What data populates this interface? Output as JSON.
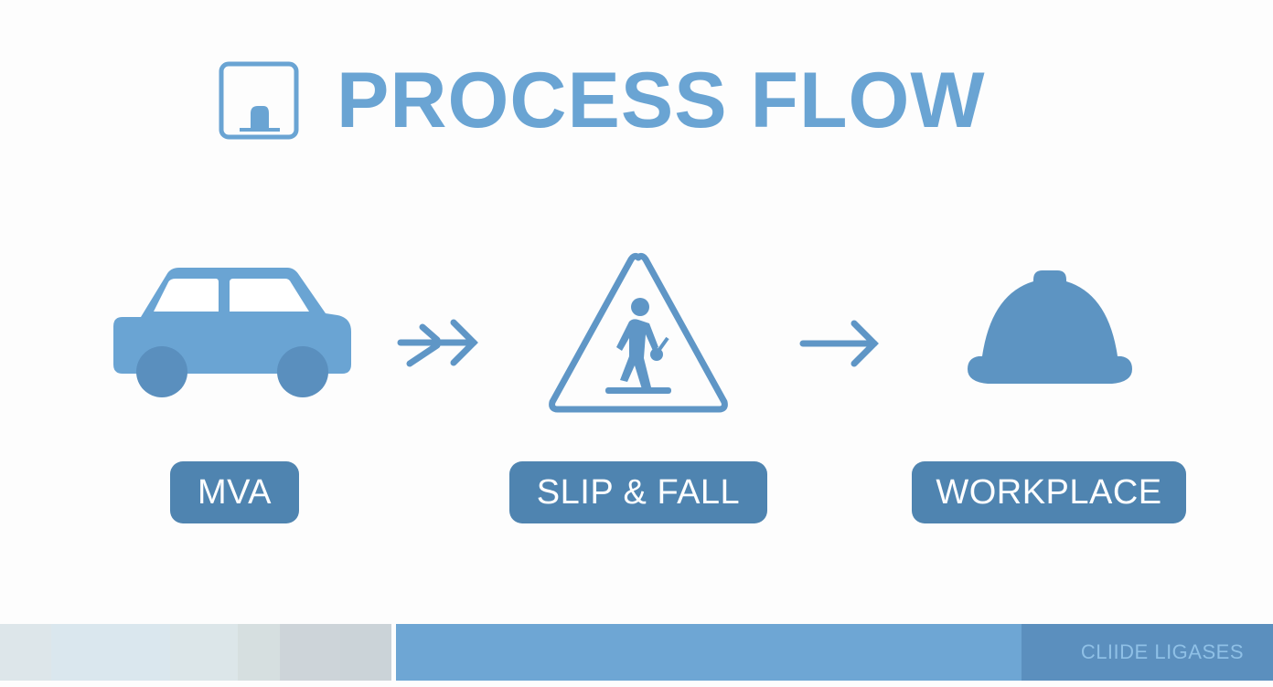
{
  "title": {
    "text": "PROCESS FLOW",
    "icon": "framed-figure-icon",
    "color": "#6aa4d3"
  },
  "flow": {
    "steps": [
      {
        "label": "MVA",
        "icon": "car-icon"
      },
      {
        "label": "SLIP & FALL",
        "icon": "slip-warning-icon"
      },
      {
        "label": "WORKPLACE",
        "icon": "hard-hat-icon"
      }
    ],
    "connectors": [
      {
        "icon": "double-arrow-right-icon"
      },
      {
        "icon": "arrow-right-icon"
      }
    ],
    "label_color": "#4f84b0",
    "icon_color": "#6aa4d3"
  },
  "footer": {
    "left_swatches": [
      "#dde6ea",
      "#dae7ee",
      "#dce6e9",
      "#d6dfe0",
      "#cdd4d9",
      "#cbd3d8"
    ],
    "bar_color": "#6ea6d4",
    "brand_bg": "#5b8fbe",
    "brand_text": "CLIIDE LIGASES"
  }
}
